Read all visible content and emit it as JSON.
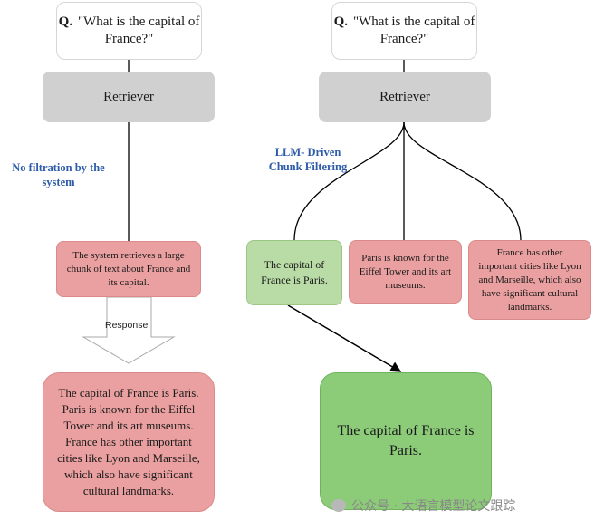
{
  "left": {
    "question_prefix": "Q.",
    "question_text": "\"What is the capital of France?\"",
    "retriever": "Retriever",
    "label": "No filtration by the system",
    "chunk": "The system retrieves a large chunk of text about France and its capital.",
    "response_label": "Response",
    "answer": "The capital of France is Paris. Paris is known for the Eiffel Tower and its art museums. France has other important cities like Lyon and Marseille, which also have significant cultural landmarks."
  },
  "right": {
    "question_prefix": "Q.",
    "question_text": "\"What is the capital of France?\"",
    "retriever": "Retriever",
    "label": "LLM- Driven Chunk Filtering",
    "chunks": [
      "The capital of France is Paris.",
      "Paris is known for the Eiffel Tower and its art museums.",
      "France has other important cities like Lyon and Marseille, which also have significant cultural landmarks."
    ],
    "answer": "The capital of France is Paris."
  },
  "colors": {
    "relevant": "#b9dba6",
    "irrelevant": "#eaa0a0",
    "final_answer": "#8ccb78",
    "label": "#2e5ca8"
  },
  "watermark": "公众号 · 大语言模型论文跟踪"
}
